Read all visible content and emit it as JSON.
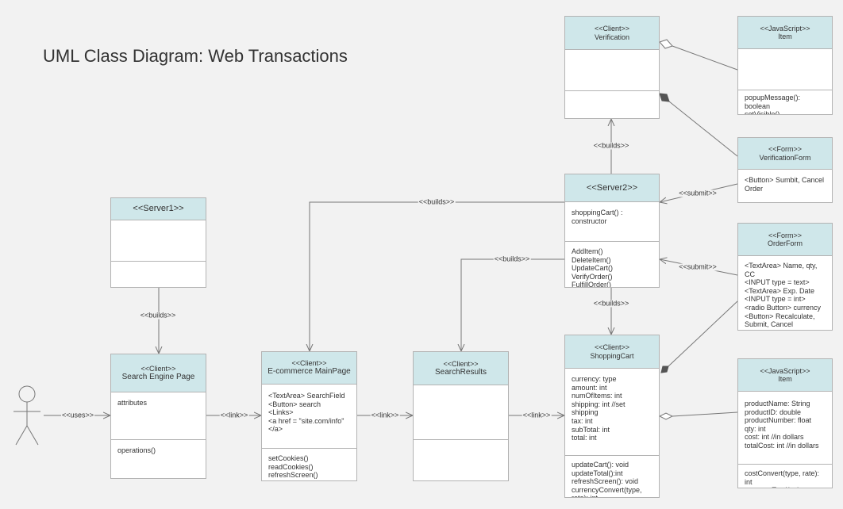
{
  "title": "UML Class Diagram: Web Transactions",
  "classes": {
    "verification": {
      "stereotype": "<<Client>>",
      "name": "Verification",
      "attributes": "",
      "operations": ""
    },
    "item_top": {
      "stereotype": "<<JavaScript>>",
      "name": "Item",
      "attributes": "",
      "operations": "popupMessage():\nboolean\nsetVisible()"
    },
    "verification_form": {
      "stereotype": "<<Form>>",
      "name": "VerificationForm",
      "attributes": "<Button> Sumbit, Cancel\nOrder"
    },
    "server2": {
      "title": "<<Server2>>",
      "attributes": "shoppingCart() :\nconstructor",
      "operations": "AddItem()\nDeleteItem()\nUpdateCart()\nVerifyOrder()\nFulfillOrder()"
    },
    "order_form": {
      "stereotype": "<<Form>>",
      "name": "OrderForm",
      "attributes": "<TextArea> Name, qty,\nCC\n<INPUT type = text>\n<TextArea> Exp. Date\n<INPUT type = int>\n <radio Button> currency\n<Button> Recalculate,\nSubmit, Cancel"
    },
    "server1": {
      "title": "<<Server1>>",
      "attributes": "",
      "operations": ""
    },
    "search_engine_page": {
      "stereotype": "<<Client>>",
      "name": "Search Engine Page",
      "attributes": "attributes",
      "operations": "operations()"
    },
    "main_page": {
      "stereotype": "<<Client>>",
      "name": "E-commerce MainPage",
      "attributes": "<TextArea> SearchField\n<Button> search\n<Links>\n<a href = \"site.com/info\"\n</a>",
      "operations": "setCookies()\nreadCookies()\nrefreshScreen()\nsetTextArea()"
    },
    "search_results": {
      "stereotype": "<<Client>>",
      "name": "SearchResults",
      "attributes": "",
      "operations": ""
    },
    "shopping_cart": {
      "stereotype": "<<Client>>",
      "name": "ShoppingCart",
      "attributes": "currency: type\namount: int\nnumOfItems: int\nshipping: int        //set\nshipping\ntax: int\nsubTotal: int\ntotal: int",
      "operations": "updateCart(): void\nupdateTotal():int\nrefreshScreen(): void\ncurrencyConvert(type,\nrate): int"
    },
    "item_bottom": {
      "stereotype": "<<JavaScript>>",
      "name": "Item",
      "attributes": "productName: String\nproductID: double\nproductNumber: float\nqty: int\ncost: int  //in dollars\ntotalCost: int //in dollars",
      "operations": "costConvert(type, rate):\nint\ncomputeTotal(....)"
    }
  },
  "labels": {
    "builds": "<<builds>>",
    "submit": "<<submit>>",
    "link": "<<link>>",
    "uses": "<<uses>>"
  },
  "colors": {
    "background": "#f2f2f2",
    "header_fill": "#cfe7ea",
    "border": "#b3b3b3",
    "line": "#777777"
  }
}
